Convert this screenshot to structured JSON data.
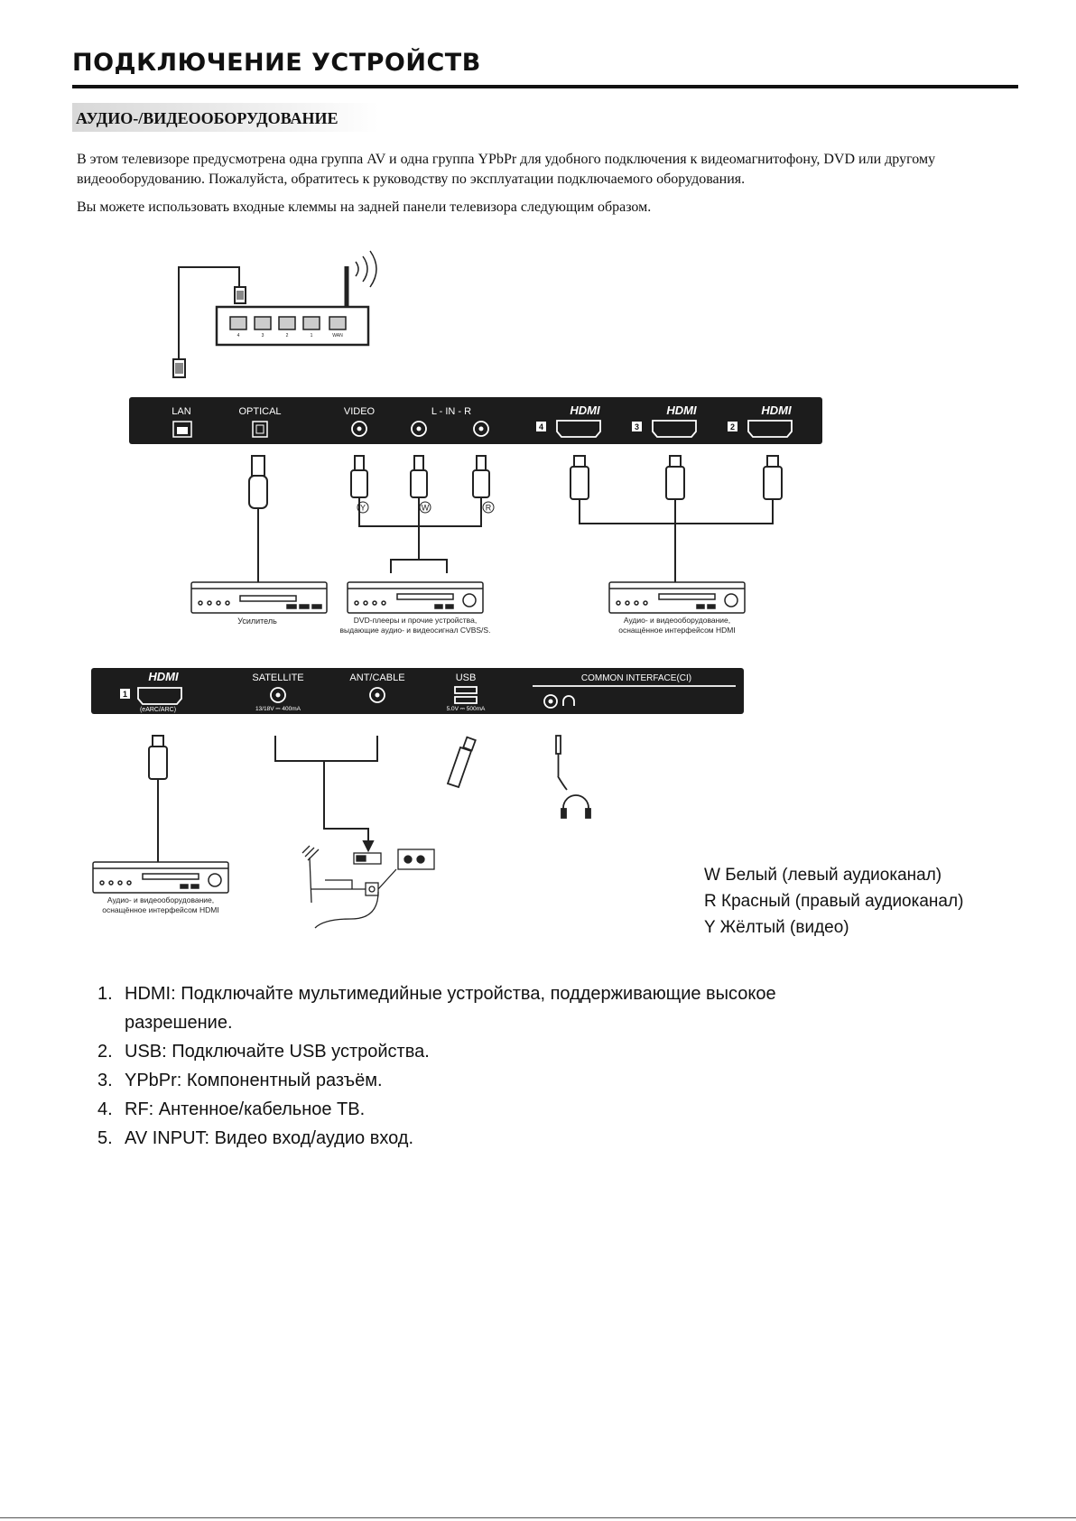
{
  "title": "ПОДКЛЮЧЕНИЕ УСТРОЙСТВ",
  "section_heading": "АУДИО-/ВИДЕООБОРУДОВАНИЕ",
  "intro_paragraph": "В этом телевизоре предусмотрена одна группа AV и одна группа YPbPr для удобного подключения к видеомагнитофону, DVD или другому видеооборудованию. Пожалуйста, обратитесь к руководству по эксплуатации подключаемого оборудования.",
  "intro_paragraph_2": "Вы можете использовать входные клеммы на задней панели телевизора следующим образом.",
  "diagram": {
    "panel_top": {
      "lan": "LAN",
      "optical": "OPTICAL",
      "video": "VIDEO",
      "audio_in": "L  -  IN  -  R",
      "hdmi_logo": "HDMI",
      "hdmi_ports": [
        "4",
        "3",
        "2"
      ]
    },
    "router_ports": [
      "4",
      "3",
      "2",
      "1",
      "WAN"
    ],
    "cable_markers": [
      "Y",
      "W",
      "R"
    ],
    "devices": {
      "amplifier": "Усилитель",
      "dvd_line1": "DVD-плееры и прочие устройства,",
      "dvd_line2": "выдающие аудио- и видеосигнал CVBS/S.",
      "hdmi_av_line1": "Аудио- и видеооборудование,",
      "hdmi_av_line2": "оснащённое интерфейсом HDMI"
    },
    "panel_bottom": {
      "hdmi_logo": "HDMI",
      "hdmi_port": "1",
      "hdmi_sub": "(eARC/ARC)",
      "satellite": "SATELLITE",
      "satellite_sub": "13/18V ⎓ 400mA",
      "ant_cable": "ANT/CABLE",
      "usb": "USB",
      "usb_sub": "5.0V ⎓ 500mA",
      "ci": "COMMON INTERFACE(CI)"
    }
  },
  "legend": [
    "W Белый (левый аудиоканал)",
    "R Красный (правый аудиоканал)",
    "Y Жёлтый (видео)"
  ],
  "notes": [
    {
      "num": "1.",
      "line1": "HDMI: Подключайте мультимедийные устройства, поддерживающие высокое",
      "line2": "разрешение."
    },
    {
      "num": "2.",
      "line1": "USB: Подключайте USB устройства.",
      "line2": ""
    },
    {
      "num": "3.",
      "line1": "YPbPr: Компонентный разъём.",
      "line2": ""
    },
    {
      "num": "4.",
      "line1": "RF: Антенное/кабельное ТВ.",
      "line2": ""
    },
    {
      "num": "5.",
      "line1": "AV INPUT: Видео вход/аудио вход.",
      "line2": ""
    }
  ]
}
